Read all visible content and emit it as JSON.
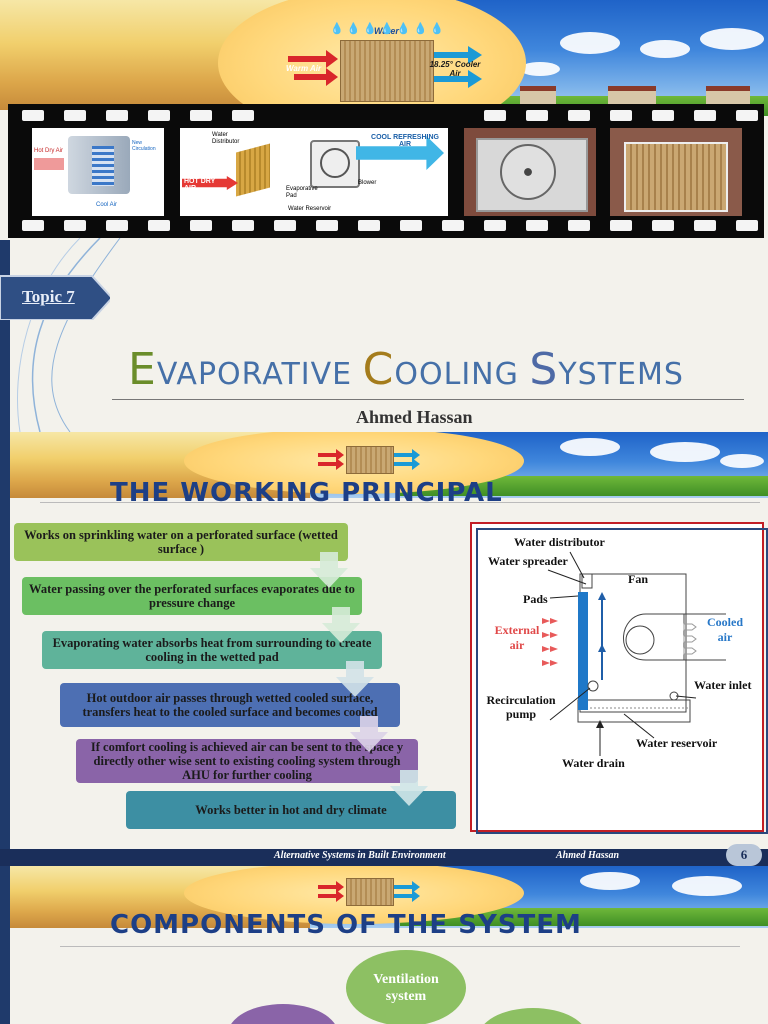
{
  "slide1": {
    "top_image_labels": {
      "water": "Water",
      "warm_air": "Warm Air",
      "cooler_air": "18.25° Cooler Air"
    },
    "film_frame2_labels": {
      "distributor": "Water Distributor",
      "cool_air": "COOL REFRESHING AIR",
      "hot_air": "HOT DRY AIR",
      "pad": "Evaporative Pad",
      "blower": "Blower",
      "reservoir": "Water Reservoir"
    },
    "film_frame1_labels": {
      "hot": "Hot Dry Air",
      "cool": "Cool Air",
      "new": "New Circulation"
    },
    "topic_label": "Topic 7",
    "title_parts": [
      {
        "cap": "E",
        "rest": "VAPORATIVE "
      },
      {
        "cap": "C",
        "rest": "OOLING "
      },
      {
        "cap": "S",
        "rest": "YSTEMS"
      }
    ],
    "author": "Ahmed Hassan"
  },
  "slide2": {
    "title": "THE WORKING PRINCIPAL",
    "steps": [
      "Works on sprinkling water on a perforated surface (wetted surface )",
      "Water passing over the perforated surfaces evaporates due to pressure change",
      "Evaporating water absorbs heat from surrounding to create cooling in the wetted pad",
      "Hot outdoor air passes through wetted cooled surface, transfers heat to the cooled surface and becomes cooled",
      "If comfort cooling is achieved air can be sent to the space y directly other wise sent to existing cooling system through AHU for further cooling",
      "Works better in hot and dry climate"
    ],
    "step_colors": [
      "#9ac25a",
      "#6bbf62",
      "#5fb39a",
      "#4d6fb3",
      "#8a64a8",
      "#3d8fa3"
    ],
    "diagram_labels": {
      "water_distributor": "Water distributor",
      "water_spreader": "Water spreader",
      "fan": "Fan",
      "pads": "Pads",
      "external_air": "External air",
      "cooled_air": "Cooled air",
      "water_inlet": "Water inlet",
      "recirculation_pump": "Recirculation pump",
      "water_reservoir": "Water reservoir",
      "water_drain": "Water drain"
    },
    "footer": {
      "course": "Alternative Systems in Built Environment",
      "author": "Ahmed Hassan",
      "page": "6"
    }
  },
  "slide3": {
    "title": "COMPONENTS OF THE SYSTEM",
    "nodes": [
      "Ventilation system"
    ]
  }
}
